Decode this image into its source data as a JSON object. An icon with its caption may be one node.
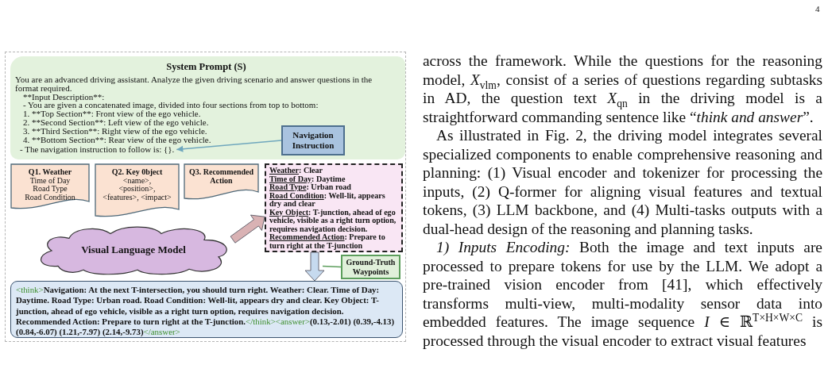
{
  "diagram": {
    "nodes": [
      {
        "text": [
          "System Prompt (S)",
          "You are an advanced driving assistant. Analyze the given driving scenario and answer questions in the format required.",
          "**Input Description**:",
          "- You are given a concatenated image, divided into four sections from top to bottom:",
          "1. **Top Section**: Front view of the ego vehicle.",
          "2. **Second Section**: Left view of the ego vehicle.",
          "3. **Third Section**: Right view of the ego vehicle.",
          "4. **Bottom Section**: Rear view of the ego vehicle."
        ]
      },
      {
        "text": [
          "- The navigation instruction to follow is: {}."
        ],
        "in": 0
      },
      {
        "text": [
          "Navigation Instruction"
        ],
        "in": 0
      },
      {
        "text": [
          "Q1. Weather",
          "Time of Day",
          "Road Type",
          "Road Condition"
        ]
      },
      {
        "text": [
          "Q2. Key 0bject",
          "<name>,",
          "<position>,",
          "<features>, <impact>"
        ]
      },
      {
        "text": [
          "Q3. Recommended Action"
        ]
      },
      {
        "text": [
          "Weather: Clear",
          "Time of Day: Daytime",
          "Road Type: Urban road",
          "Road Condition: Well-lit, appears dry and clear",
          "Key Object: T-junction, ahead of ego vehicle, visible as a right turn option, requires navigation decision.",
          "Recommended Action: Prepare to turn right at the T-junction"
        ]
      },
      {
        "text": [
          "Visual Language Model"
        ]
      },
      {
        "text": [
          "Ground-Truth Waypoints"
        ]
      },
      {
        "text": [
          "<think>Navigation: At the next T-intersection, you should turn right. Weather: Clear. Time of Day: Daytime. Road Type: Urban road. Road Condition: Well-lit, appears dry and clear. Key Object: T-junction, ahead of ego vehicle, visible as a right turn option, requires navigation decision. Recommended Action: Prepare to turn right at the T-junction.</think><answer>(0.13,-2.01) (0.39,-4.13) (0.84,-6.07) (1.21,-7.97) (2.14,-9.73)</answer>"
        ]
      }
    ],
    "edges": [
      {
        "from": 2,
        "to": 1,
        "arrow": "to",
        "color": "#6fa7bd"
      },
      {
        "from": 7,
        "to": 6,
        "arrow": "to",
        "style": "thick",
        "color": "#d9b2b4"
      },
      {
        "from": 6,
        "to": 9,
        "arrow": "to",
        "style": "thick",
        "color": "#c6daef"
      },
      {
        "from": 8,
        "to": null,
        "arrow": "none",
        "color": "#5c9e5c"
      }
    ],
    "labels": [
      "4",
      "across the framework. While the questions for the reasoning model, *X*$_{vlm}$, consist of a series of questions regarding subtasks in AD, the question text *X*$_{qn}$ in the driving model is a straightforward commanding sentence like “*think and answer*”.",
      "As illustrated in Fig. 2, the driving model integrates several specialized components to enable comprehensive reasoning and planning: (1) Visual encoder and tokenizer for processing the inputs, (2) Q-former for aligning visual features and textual tokens, (3) LLM backbone, and (4) Multi-tasks outputs with a dual-head design of the reasoning and planning tasks.",
      "*1) Inputs Encoding:* Both the image and text inputs are processed to prepare tokens for use by the LLM. We adopt a pre-trained vision encoder from [41], which effectively transforms multi-view, multi-modality sensor data into embedded features. The image sequence *I* ∈ ℝ$^{T×H×W×C}$ is processed through the visual encoder to extract visual features"
    ]
  }
}
